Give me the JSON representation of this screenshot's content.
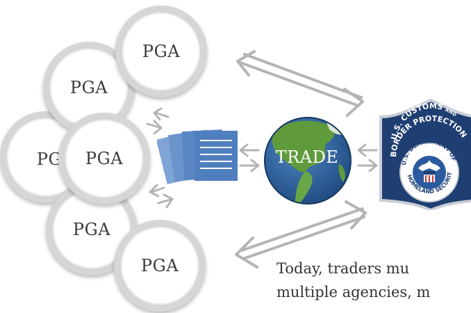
{
  "pga_nodes": [
    {
      "label": "PGA"
    },
    {
      "label": "PGA"
    },
    {
      "label": "PG"
    },
    {
      "label": "PGA"
    },
    {
      "label": "PGA"
    },
    {
      "label": "PGA"
    }
  ],
  "globe": {
    "label": "TRADE"
  },
  "badge": {
    "top_line_1": "U.S. CUSTOMS",
    "top_line_1_suffix": "AND",
    "top_line_2": "BORDER PROTECTION",
    "seal_top": "U.S. DEPARTMENT OF",
    "seal_bottom": "HOMELAND SECURITY"
  },
  "caption": {
    "line1": "Today, traders mu",
    "line2": "multiple agencies, m"
  },
  "colors": {
    "arrow": "#b4b4b4",
    "circle_border": "#d6d6d6",
    "document": "#4f7fbf",
    "globe_ocean": "#2f5f99",
    "globe_land": "#5f9b3c",
    "badge_blue": "#1f3f72"
  }
}
